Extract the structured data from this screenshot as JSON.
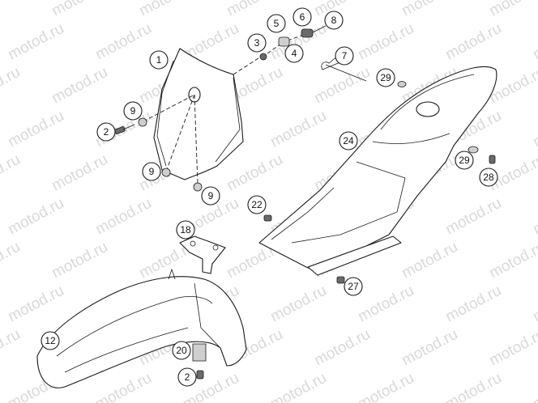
{
  "watermark": "motod.ru",
  "callouts": {
    "c1": "1",
    "c2a": "2",
    "c2b": "2",
    "c3": "3",
    "c4": "4",
    "c5": "5",
    "c6": "6",
    "c7": "7",
    "c8": "8",
    "c9a": "9",
    "c9b": "9",
    "c9c": "9",
    "c12": "12",
    "c18": "18",
    "c20": "20",
    "c22": "22",
    "c24": "24",
    "c27": "27",
    "c28": "28",
    "c29a": "29",
    "c29b": "29"
  }
}
